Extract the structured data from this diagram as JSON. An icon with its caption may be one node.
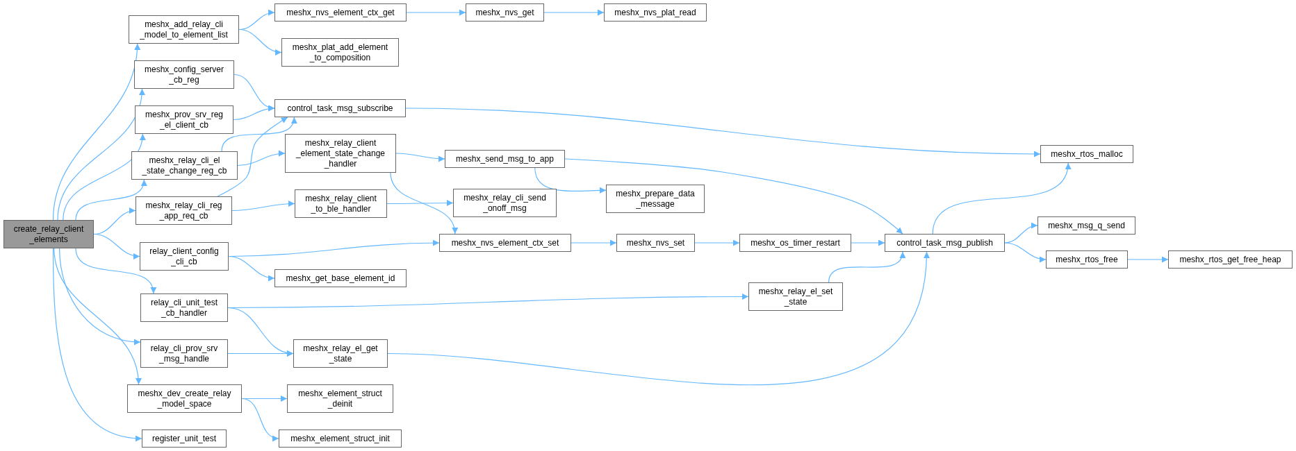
{
  "diagram": {
    "nodes": [
      {
        "text": [
          "create_relay_client _elements"
        ]
      },
      {
        "text": [
          "meshx_add_relay_cli _model_to_element_list"
        ]
      },
      {
        "text": [
          "meshx_config_server _cb_reg"
        ]
      },
      {
        "text": [
          "meshx_prov_srv_reg _el_client_cb"
        ]
      },
      {
        "text": [
          "meshx_relay_cli_el _state_change_reg_cb"
        ]
      },
      {
        "text": [
          "meshx_relay_cli_reg _app_req_cb"
        ]
      },
      {
        "text": [
          "relay_client_config _cli_cb"
        ]
      },
      {
        "text": [
          "relay_cli_unit_test _cb_handler"
        ]
      },
      {
        "text": [
          "relay_cli_prov_srv _msg_handle"
        ]
      },
      {
        "text": [
          "meshx_dev_create_relay _model_space"
        ]
      },
      {
        "text": [
          "register_unit_test"
        ]
      },
      {
        "text": [
          "meshx_nvs_element_ctx_get"
        ]
      },
      {
        "text": [
          "meshx_plat_add_element _to_composition"
        ]
      },
      {
        "text": [
          "control_task_msg_subscribe"
        ]
      },
      {
        "text": [
          "meshx_relay_client _element_state_change _handler"
        ]
      },
      {
        "text": [
          "meshx_relay_client _to_ble_handler"
        ]
      },
      {
        "text": [
          "meshx_get_base_element_id"
        ]
      },
      {
        "text": [
          "meshx_relay_el_get _state"
        ]
      },
      {
        "text": [
          "meshx_element_struct _deinit"
        ]
      },
      {
        "text": [
          "meshx_element_struct_init"
        ]
      },
      {
        "text": [
          "meshx_nvs_get"
        ]
      },
      {
        "text": [
          "meshx_nvs_plat_read"
        ]
      },
      {
        "text": [
          "meshx_send_msg_to_app"
        ]
      },
      {
        "text": [
          "meshx_relay_cli_send _onoff_msg"
        ]
      },
      {
        "text": [
          "meshx_prepare_data _message"
        ]
      },
      {
        "text": [
          "meshx_nvs_element_ctx_set"
        ]
      },
      {
        "text": [
          "meshx_nvs_set"
        ]
      },
      {
        "text": [
          "meshx_os_timer_restart"
        ]
      },
      {
        "text": [
          "meshx_relay_el_set _state"
        ]
      },
      {
        "text": [
          "control_task_msg_publish"
        ]
      },
      {
        "text": [
          "meshx_rtos_malloc"
        ]
      },
      {
        "text": [
          "meshx_msg_q_send"
        ]
      },
      {
        "text": [
          "meshx_rtos_free"
        ]
      },
      {
        "text": [
          "meshx_rtos_get_free_heap"
        ]
      }
    ],
    "edges": [
      {
        "from": 0,
        "to": 1,
        "arrow": "to"
      },
      {
        "from": 0,
        "to": 2,
        "arrow": "to"
      },
      {
        "from": 0,
        "to": 3,
        "arrow": "to"
      },
      {
        "from": 0,
        "to": 4,
        "arrow": "to"
      },
      {
        "from": 0,
        "to": 5,
        "arrow": "to"
      },
      {
        "from": 0,
        "to": 6,
        "arrow": "to"
      },
      {
        "from": 0,
        "to": 7,
        "arrow": "to"
      },
      {
        "from": 0,
        "to": 8,
        "arrow": "to"
      },
      {
        "from": 0,
        "to": 9,
        "arrow": "to"
      },
      {
        "from": 0,
        "to": 10,
        "arrow": "to"
      },
      {
        "from": 1,
        "to": 11,
        "arrow": "to"
      },
      {
        "from": 1,
        "to": 12,
        "arrow": "to"
      },
      {
        "from": 11,
        "to": 20,
        "arrow": "to"
      },
      {
        "from": 20,
        "to": 21,
        "arrow": "to"
      },
      {
        "from": 2,
        "to": 13,
        "arrow": "to"
      },
      {
        "from": 3,
        "to": 13,
        "arrow": "to"
      },
      {
        "from": 4,
        "to": 13,
        "arrow": "to"
      },
      {
        "from": 5,
        "to": 13,
        "arrow": "to"
      },
      {
        "from": 4,
        "to": 14,
        "arrow": "to"
      },
      {
        "from": 5,
        "to": 15,
        "arrow": "to"
      },
      {
        "from": 13,
        "to": 30,
        "arrow": "to"
      },
      {
        "from": 14,
        "to": 22,
        "arrow": "to"
      },
      {
        "from": 14,
        "to": 25,
        "arrow": "to"
      },
      {
        "from": 15,
        "to": 23,
        "arrow": "to"
      },
      {
        "from": 6,
        "to": 25,
        "arrow": "to"
      },
      {
        "from": 6,
        "to": 16,
        "arrow": "to"
      },
      {
        "from": 7,
        "to": 28,
        "arrow": "to"
      },
      {
        "from": 7,
        "to": 17,
        "arrow": "to"
      },
      {
        "from": 8,
        "to": 17,
        "arrow": "to"
      },
      {
        "from": 9,
        "to": 18,
        "arrow": "to"
      },
      {
        "from": 9,
        "to": 19,
        "arrow": "to"
      },
      {
        "from": 22,
        "to": 24,
        "arrow": "to"
      },
      {
        "from": 22,
        "to": 29,
        "arrow": "to"
      },
      {
        "from": 25,
        "to": 26,
        "arrow": "to"
      },
      {
        "from": 26,
        "to": 27,
        "arrow": "to"
      },
      {
        "from": 27,
        "to": 29,
        "arrow": "to"
      },
      {
        "from": 28,
        "to": 29,
        "arrow": "to"
      },
      {
        "from": 17,
        "to": 29,
        "arrow": "to"
      },
      {
        "from": 29,
        "to": 30,
        "arrow": "to"
      },
      {
        "from": 29,
        "to": 31,
        "arrow": "to"
      },
      {
        "from": 29,
        "to": 32,
        "arrow": "to"
      },
      {
        "from": 32,
        "to": 33,
        "arrow": "to"
      }
    ]
  }
}
